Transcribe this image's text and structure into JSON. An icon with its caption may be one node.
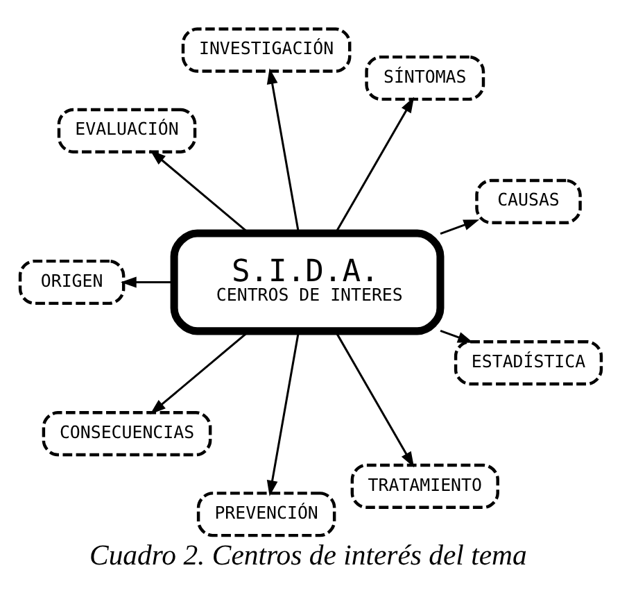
{
  "diagram": {
    "caption": "Cuadro 2. Centros de interés del tema",
    "nodes": [
      {
        "text": [
          "EVALUACIÓN"
        ]
      },
      {
        "text": [
          "INVESTIGACIÓN"
        ]
      },
      {
        "text": [
          "ORIGEN"
        ]
      },
      {
        "text": [
          "SÍNTOMAS"
        ]
      },
      {
        "text": [
          "S.I.D.A.",
          "CENTROS DE INTERES"
        ]
      },
      {
        "text": [
          "CONSECUENCIAS"
        ]
      },
      {
        "text": [
          "CAUSAS"
        ]
      },
      {
        "text": [
          "PREVENCIÓN"
        ]
      },
      {
        "text": [
          "ESTADÍSTICA"
        ]
      },
      {
        "text": [
          "TRATAMIENTO"
        ]
      }
    ],
    "edges": [
      {
        "from": 4,
        "to": 0,
        "arrow": "to"
      },
      {
        "from": 4,
        "to": 1,
        "arrow": "to"
      },
      {
        "from": 4,
        "to": 3,
        "arrow": "to"
      },
      {
        "from": 4,
        "to": 6,
        "arrow": "to"
      },
      {
        "from": 4,
        "to": 8,
        "arrow": "to"
      },
      {
        "from": 4,
        "to": 9,
        "arrow": "to"
      },
      {
        "from": 4,
        "to": 7,
        "arrow": "to"
      },
      {
        "from": 4,
        "to": 5,
        "arrow": "to"
      },
      {
        "from": 4,
        "to": 2,
        "arrow": "to"
      }
    ]
  }
}
